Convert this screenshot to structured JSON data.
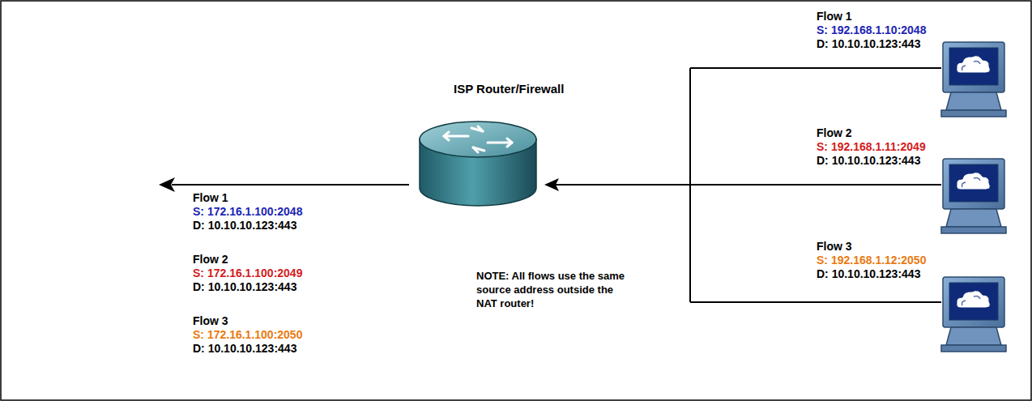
{
  "diagram": {
    "nodes": [
      {
        "text": [
          "ISP Router/Firewall",
          "NOTE: All flows use the same source address outside the NAT router!"
        ]
      }
    ],
    "labels": [
      "Flow 1",
      "S: 192.168.1.10:2048",
      "D: 10.10.10.123:443",
      "Flow 2",
      "S: 192.168.1.11:2049",
      "D: 10.10.10.123:443",
      "Flow 3",
      "S: 192.168.1.12:2050",
      "D: 10.10.10.123:443",
      "Flow 1",
      "S: 172.16.1.100:2048",
      "D: 10.10.10.123:443",
      "Flow 2",
      "S: 172.16.1.100:2049",
      "D: 10.10.10.123:443",
      "Flow 3",
      "S: 172.16.1.100:2050",
      "D: 10.10.10.123:443"
    ]
  }
}
